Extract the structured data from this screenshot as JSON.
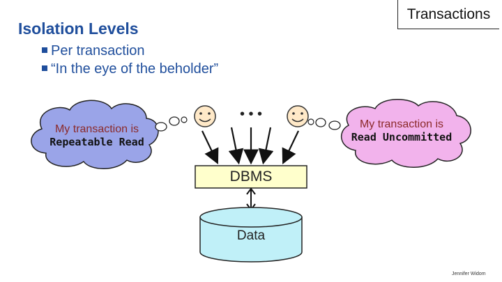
{
  "header": {
    "title": "Isolation Levels",
    "section": "Transactions"
  },
  "bullets": [
    "Per transaction",
    "“In the eye of the beholder”"
  ],
  "diagram": {
    "left_cloud": {
      "line1": "My transaction is",
      "line2": "Repeatable Read"
    },
    "right_cloud": {
      "line1": "My transaction is",
      "line2": "Read Uncommitted"
    },
    "ellipsis": "•  •  •",
    "dbms": "DBMS",
    "data": "Data",
    "colors": {
      "left_cloud": "#9aa4e8",
      "right_cloud": "#f2b3ec",
      "dbms_box": "#ffffcc",
      "data_cylinder": "#c0f0f8"
    }
  },
  "footer": {
    "credit": "Jennifer Widom"
  }
}
